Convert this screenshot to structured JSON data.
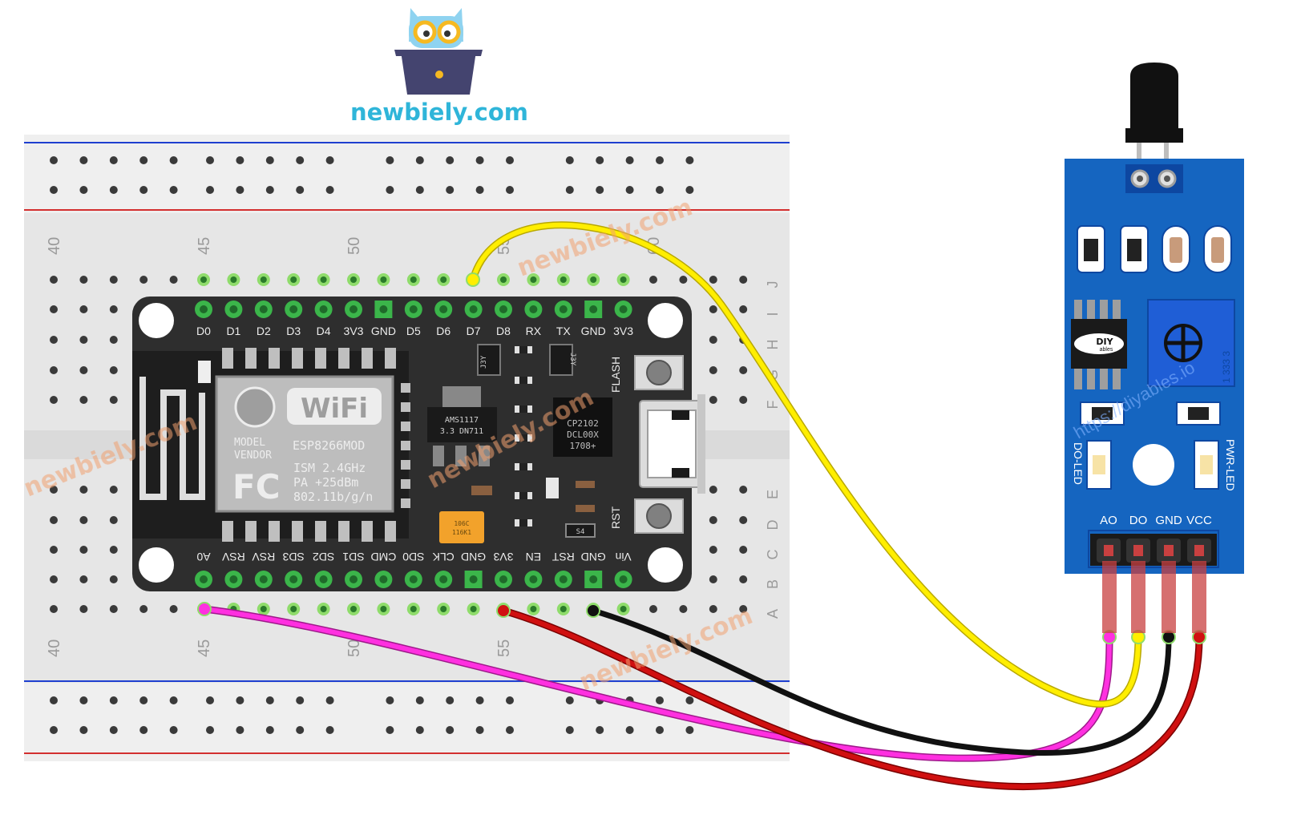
{
  "logo": {
    "site": "newbiely.com"
  },
  "watermarks": [
    "newbiely.com",
    "newbiely.com",
    "newbiely.com",
    "newbiely.com"
  ],
  "breadboard": {
    "column_numbers_top": [
      "40",
      "45",
      "50",
      "55",
      "60"
    ],
    "column_numbers_bottom": [
      "40",
      "45",
      "50",
      "55"
    ],
    "row_letters_top": [
      "J",
      "I",
      "H",
      "G",
      "F"
    ],
    "row_letters_bottom": [
      "E",
      "D",
      "C",
      "B",
      "A"
    ],
    "colors": {
      "rail_red": "#d32f2f",
      "rail_blue": "#1e3fd0",
      "board": "#e6e6e6"
    }
  },
  "nodemcu": {
    "top_pins": [
      "D0",
      "D1",
      "D2",
      "D3",
      "D4",
      "3V3",
      "GND",
      "D5",
      "D6",
      "D7",
      "D8",
      "RX",
      "TX",
      "GND",
      "3V3"
    ],
    "bottom_pins": [
      "A0",
      "RSV",
      "RSV",
      "SD3",
      "SD2",
      "SD1",
      "CMD",
      "SD0",
      "CLK",
      "GND",
      "3V3",
      "EN",
      "RST",
      "GND",
      "Vin"
    ],
    "module": {
      "wifi": "WiFi",
      "model_label": "MODEL",
      "vendor_label": "VENDOR",
      "model": "ESP8266MOD",
      "fcc": "FC",
      "spec1": "ISM 2.4GHz",
      "spec2": "PA  +25dBm",
      "spec3": "802.11b/g/n"
    },
    "regulator": {
      "line1": "AMS1117",
      "line2": "3.3  DN711"
    },
    "usb_chip": {
      "line1": "CP2102",
      "line2": "DCL00X",
      "line3": "1708+"
    },
    "small_labels": [
      "J3Y",
      "J3Y",
      "106C",
      "116K1",
      "S4"
    ],
    "buttons": {
      "flash": "FLASH",
      "reset": "RST"
    }
  },
  "sensor": {
    "pins": [
      "AO",
      "DO",
      "GND",
      "VCC"
    ],
    "leds": {
      "do_led": "DO-LED",
      "pwr_led": "PWR-LED"
    },
    "chip_logo": "DIY",
    "chip_logo_sub": "ables",
    "url": "https://diyables.io",
    "pot_code": "1 333 3",
    "colors": {
      "pcb": "#1565c0",
      "pcb_dark": "#0d47a1"
    }
  },
  "wires": [
    {
      "from": "A0",
      "to": "AO",
      "color": "#ff30e0"
    },
    {
      "from": "D7",
      "to": "DO",
      "color": "#ffee00"
    },
    {
      "from": "GND",
      "to": "GND",
      "color": "#111111"
    },
    {
      "from": "3V3",
      "to": "VCC",
      "color": "#d01010"
    }
  ]
}
